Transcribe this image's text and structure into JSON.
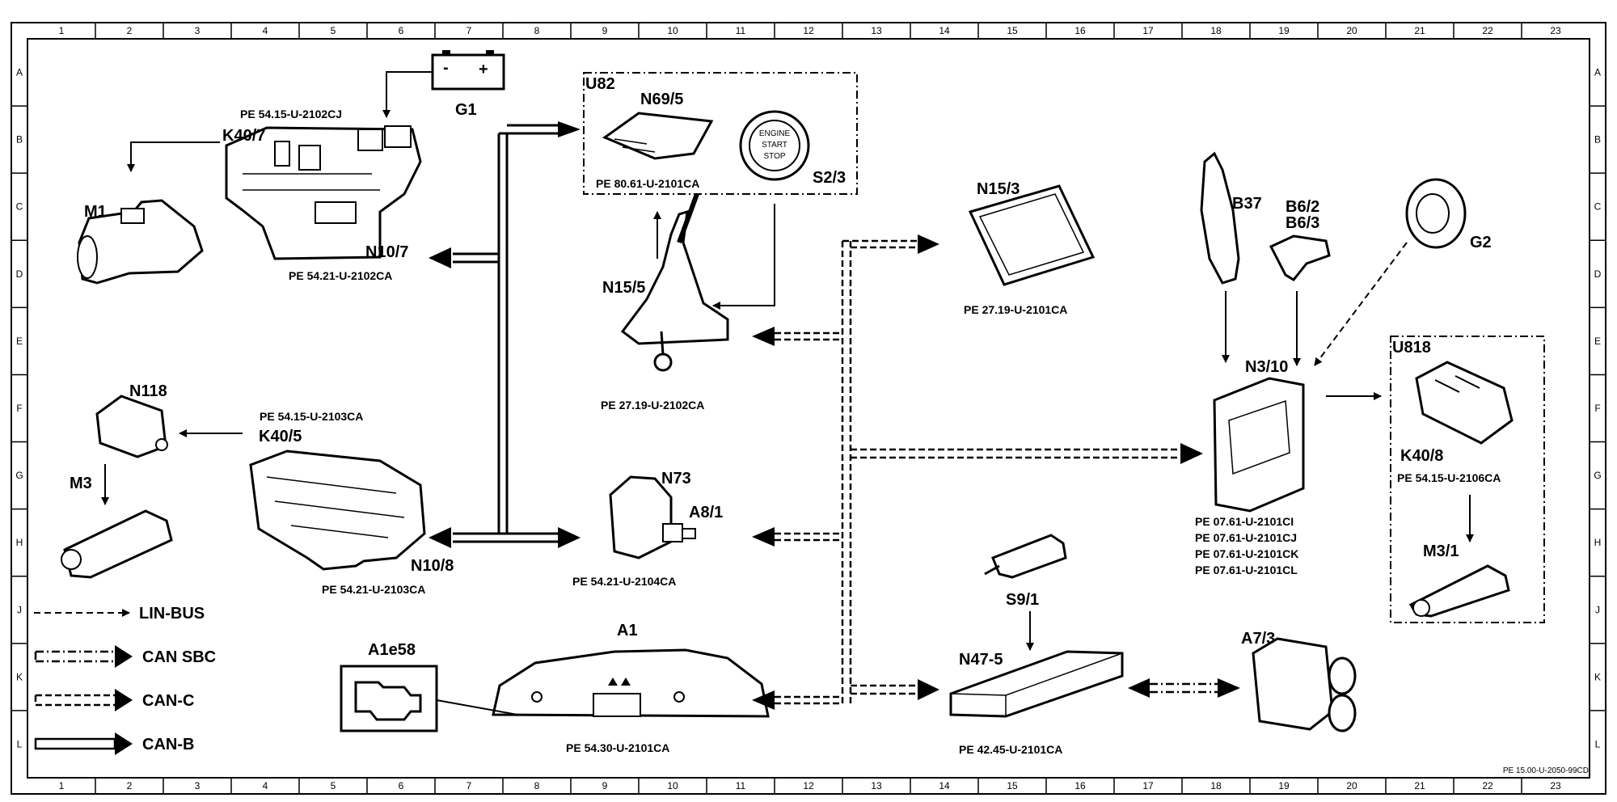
{
  "grid": {
    "columns": [
      "1",
      "2",
      "3",
      "4",
      "5",
      "6",
      "7",
      "8",
      "9",
      "10",
      "11",
      "12",
      "13",
      "14",
      "15",
      "16",
      "17",
      "18",
      "19",
      "20",
      "21",
      "22",
      "23"
    ],
    "rows": [
      "A",
      "B",
      "C",
      "D",
      "E",
      "F",
      "G",
      "H",
      "J",
      "K",
      "L"
    ]
  },
  "drawing_number": "PE 15.00-U-2050-99CD",
  "components": {
    "g1": "G1",
    "k40_7": "K40/7",
    "m1": "M1",
    "n10_7": "N10/7",
    "u82": "U82",
    "n69_5": "N69/5",
    "s2_3": "S2/3",
    "ignition_text": [
      "ENGINE",
      "START",
      "STOP"
    ],
    "n15_5": "N15/5",
    "n15_3": "N15/3",
    "b37": "B37",
    "b6_2": "B6/2",
    "b6_3": "B6/3",
    "g2": "G2",
    "n118": "N118",
    "k40_5": "K40/5",
    "m3": "M3",
    "n10_8": "N10/8",
    "n73": "N73",
    "a8_1": "A8/1",
    "n3_10": "N3/10",
    "u818": "U818",
    "k40_8": "K40/8",
    "m3_1": "M3/1",
    "s9_1": "S9/1",
    "n47_5": "N47-5",
    "a7_3": "A7/3",
    "a1": "A1",
    "a1e58": "A1e58"
  },
  "references": {
    "k40_7": "PE 54.15-U-2102CJ",
    "n10_7": "PE 54.21-U-2102CA",
    "u82": "PE 80.61-U-2101CA",
    "n15_5": "PE 27.19-U-2102CA",
    "n15_3": "PE 27.19-U-2101CA",
    "k40_5": "PE 54.15-U-2103CA",
    "n10_8": "PE 54.21-U-2103CA",
    "n73": "PE 54.21-U-2104CA",
    "n3_10": [
      "PE 07.61-U-2101CI",
      "PE 07.61-U-2101CJ",
      "PE 07.61-U-2101CK",
      "PE 07.61-U-2101CL"
    ],
    "k40_8": "PE 54.15-U-2106CA",
    "a1": "PE 54.30-U-2101CA",
    "n47_5": "PE 42.45-U-2101CA"
  },
  "legend": [
    {
      "label": "LIN-BUS",
      "icon": "dashed-arrow"
    },
    {
      "label": "CAN SBC",
      "icon": "dash-dot-double-arrow"
    },
    {
      "label": "CAN-C",
      "icon": "dashed-double-arrow"
    },
    {
      "label": "CAN-B",
      "icon": "solid-double-arrow"
    }
  ]
}
